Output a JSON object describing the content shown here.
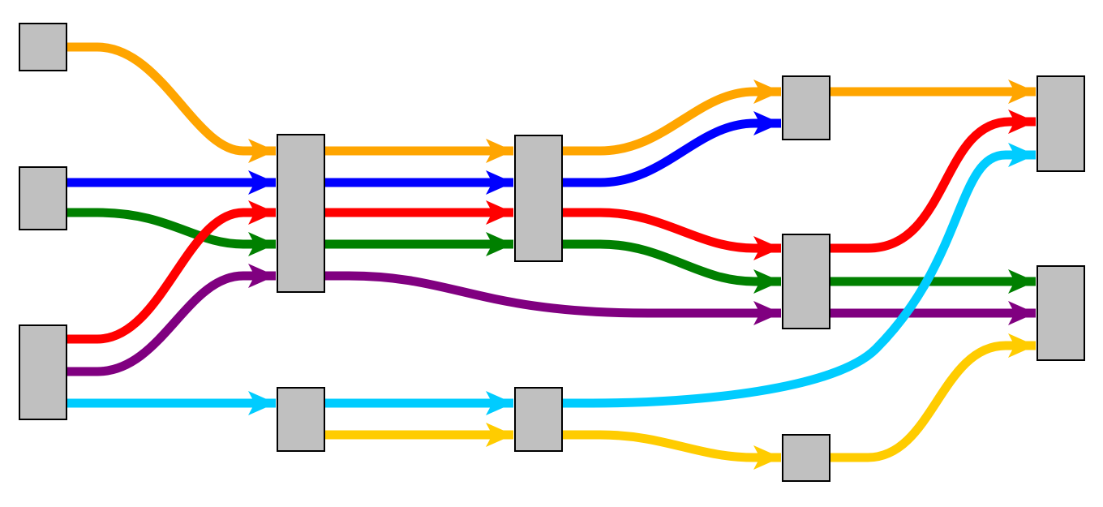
{
  "colors": {
    "node_fill": "#c0c0c0",
    "node_stroke": "#000000",
    "orange": "#ffa500",
    "blue": "#0000ff",
    "green": "#008000",
    "red": "#ff0000",
    "purple": "#800080",
    "cyan": "#00ccff",
    "yellow": "#ffcc00"
  },
  "diagram": {
    "type": "flow-network",
    "nodes": [
      {
        "id": "source-1",
        "layer": 0
      },
      {
        "id": "source-2",
        "layer": 0
      },
      {
        "id": "source-3",
        "layer": 0
      },
      {
        "id": "hub-a",
        "layer": 1
      },
      {
        "id": "node-b",
        "layer": 1
      },
      {
        "id": "hub-c",
        "layer": 2
      },
      {
        "id": "node-d",
        "layer": 2
      },
      {
        "id": "node-e",
        "layer": 3
      },
      {
        "id": "hub-f",
        "layer": 3
      },
      {
        "id": "node-g",
        "layer": 3
      },
      {
        "id": "sink-1",
        "layer": 4
      },
      {
        "id": "sink-2",
        "layer": 4
      }
    ],
    "flows": [
      {
        "color": "orange",
        "path": [
          "source-1",
          "hub-a",
          "hub-c",
          "node-e",
          "sink-1"
        ]
      },
      {
        "color": "blue",
        "path": [
          "source-2",
          "hub-a",
          "hub-c",
          "node-e"
        ]
      },
      {
        "color": "green",
        "path": [
          "source-2",
          "hub-a",
          "hub-c",
          "hub-f",
          "sink-2"
        ]
      },
      {
        "color": "red",
        "path": [
          "source-3",
          "hub-a",
          "hub-c",
          "hub-f",
          "sink-1"
        ]
      },
      {
        "color": "purple",
        "path": [
          "source-3",
          "hub-a",
          "hub-f",
          "sink-2"
        ]
      },
      {
        "color": "cyan",
        "path": [
          "source-3",
          "node-b",
          "node-d",
          "sink-1"
        ]
      },
      {
        "color": "yellow",
        "path": [
          "node-b",
          "node-d",
          "node-g",
          "sink-2"
        ]
      }
    ]
  }
}
